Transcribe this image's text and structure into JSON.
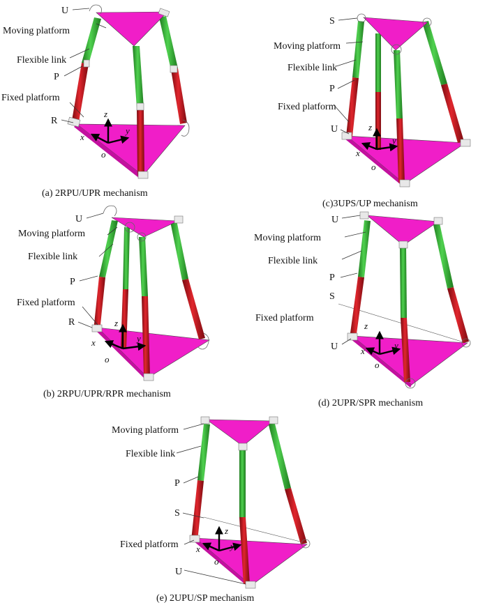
{
  "colors": {
    "platform": "#f01ec8",
    "platform_dark": "#c3109f",
    "link_green": "#2fb52f",
    "link_green_dark": "#1e7a1e",
    "link_red": "#c4161c",
    "link_red_dark": "#7a0b10"
  },
  "panels": {
    "a": {
      "caption": "(a) 2RPU/UPR mechanism",
      "labels": {
        "u": "U",
        "moving_platform": "Moving platform",
        "flexible_link": "Flexible link",
        "p": "P",
        "fixed_platform": "Fixed platform",
        "r": "R"
      },
      "axes": {
        "x": "x",
        "y": "y",
        "z": "z",
        "o": "o"
      }
    },
    "b": {
      "caption": "(b) 2RPU/UPR/RPR mechanism",
      "labels": {
        "u": "U",
        "moving_platform": "Moving platform",
        "flexible_link": "Flexible link",
        "p": "P",
        "fixed_platform": "Fixed platform",
        "r": "R"
      },
      "axes": {
        "x": "x",
        "y": "y",
        "z": "z",
        "o": "o"
      }
    },
    "c": {
      "caption": "(c)3UPS/UP mechanism",
      "labels": {
        "s": "S",
        "moving_platform": "Moving platform",
        "flexible_link": "Flexible link",
        "p": "P",
        "fixed_platform": "Fixed platform",
        "u": "U"
      },
      "axes": {
        "x": "x",
        "y": "y",
        "z": "z",
        "o": "o"
      }
    },
    "d": {
      "caption": "(d) 2UPR/SPR mechanism",
      "labels": {
        "u_top": "U",
        "moving_platform": "Moving platform",
        "flexible_link": "Flexible link",
        "p": "P",
        "s": "S",
        "fixed_platform": "Fixed platform",
        "u_bottom": "U"
      },
      "axes": {
        "x": "x",
        "y": "y",
        "z": "z",
        "o": "o"
      }
    },
    "e": {
      "caption": "(e) 2UPU/SP mechanism",
      "labels": {
        "moving_platform": "Moving platform",
        "flexible_link": "Flexible link",
        "p": "P",
        "s": "S",
        "fixed_platform": "Fixed platform",
        "u": "U"
      },
      "axes": {
        "x": "x",
        "y": "y",
        "z": "z",
        "o": "o"
      }
    }
  }
}
